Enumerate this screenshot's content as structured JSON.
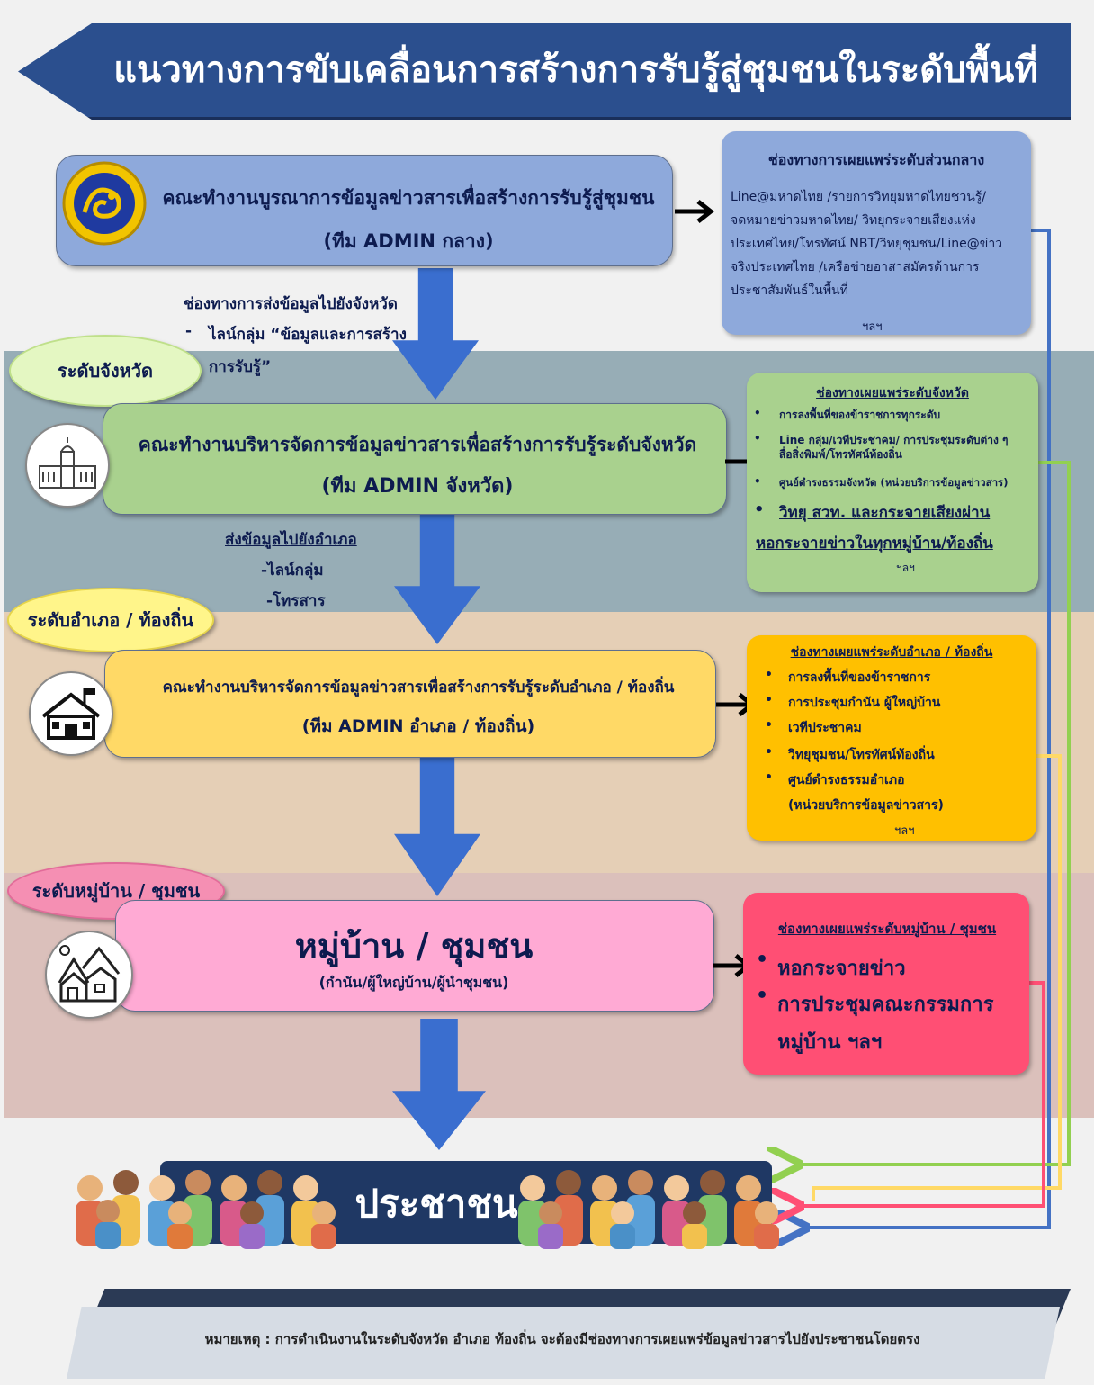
{
  "title": "แนวทางการขับเคลื่อนการสร้างการรับรู้สู่ชุมชนในระดับพื้นที่",
  "levels": {
    "province": "ระดับจังหวัด",
    "district": "ระดับอำเภอ / ท้องถิ่น",
    "village": "ระดับหมู่บ้าน / ชุมชน"
  },
  "central": {
    "line1": "คณะทำงานบูรณาการข้อมูลข่าวสารเพื่อสร้างการรับรู้สู่ชุมชน",
    "line2": "(ทีม ADMIN กลาง)",
    "channels_title": "ช่องทางการเผยแพร่ระดับส่วนกลาง",
    "channels_lines": [
      "Line@มหาดไทย /รายการวิทยุมหาดไทยชวนรู้/",
      "จดหมายข่าวมหาดไทย/ วิทยุกระจายเสียงแห่ง",
      "ประเทศไทย/โทรทัศน์ NBT/วิทยุชุมชน/Line@ข่าว",
      "จริงประเทศไทย /เครือข่ายอาสาสมัครด้านการ",
      "ประชาสัมพันธ์ในพื้นที่"
    ],
    "channels_etc": "ฯลฯ",
    "send_title": "ช่องทางการส่งข้อมูลไปยังจังหวัด",
    "send_item_line1": "ไลน์กลุ่ม “ข้อมูลและการสร้าง",
    "send_item_line2": "การรับรู้”"
  },
  "province": {
    "line1": "คณะทำงานบริหารจัดการข้อมูลข่าวสารเพื่อสร้างการรับรู้ระดับจังหวัด",
    "line2": "(ทีม ADMIN จังหวัด)",
    "channels_title": "ช่องทางเผยแพร่ระดับจังหวัด",
    "channels": [
      "การลงพื้นที่ของข้าราชการทุกระดับ",
      "Line กลุ่ม/เวทีประชาคม/ การประชุมระดับต่าง ๆ",
      "สื่อสิ่งพิมพ์/โทรทัศน์ท้องถิ่น",
      "ศูนย์ดำรงธรรมจังหวัด (หน่วยบริการข้อมูลข่าวสาร)",
      "วิทยุ สวท. และกระจายเสียงผ่าน",
      "หอกระจายข่าวในทุกหมู่บ้าน/ท้องถิ่น"
    ],
    "channels_etc": "ฯลฯ",
    "send_title": "ส่งข้อมูลไปยังอำเภอ",
    "send_items": [
      "-ไลน์กลุ่ม",
      "-โทรสาร"
    ]
  },
  "district": {
    "line1": "คณะทำงานบริหารจัดการข้อมูลข่าวสารเพื่อสร้างการรับรู้ระดับอำเภอ / ท้องถิ่น",
    "line2": "(ทีม ADMIN อำเภอ / ท้องถิ่น)",
    "channels_title": "ช่องทางเผยแพร่ระดับอำเภอ / ท้องถิ่น",
    "channels": [
      "การลงพื้นที่ของข้าราชการ",
      "การประชุมกำนัน ผู้ใหญ่บ้าน",
      "เวทีประชาคม",
      "วิทยุชุมชน/โทรทัศน์ท้องถิ่น",
      "ศูนย์ดำรงธรรมอำเภอ"
    ],
    "channels_sub": "(หน่วยบริการข้อมูลข่าวสาร)",
    "channels_etc": "ฯลฯ"
  },
  "village": {
    "line1": "หมู่บ้าน / ชุมชน",
    "line2": "(กำนัน/ผู้ใหญ่บ้าน/ผู้นำชุมชน)",
    "channels_title": "ช่องทางเผยแพร่ระดับหมู่บ้าน / ชุมชน",
    "channels": [
      "หอกระจายข่าว",
      "การประชุมคณะกรรมการ"
    ],
    "channels_cont": "หมู่บ้าน ฯลฯ"
  },
  "people": "ประชาชน",
  "footer": {
    "prefix": "หมายเหตุ : การดำเนินงานในระดับจังหวัด อำเภอ ท้องถิ่น จะต้องมีช่องทางการเผยแพร่ข้อมูลข่าวสาร",
    "underlined": "ไปยังประชาชนโดยตรง"
  },
  "colors": {
    "title_bg": "#2b4f8e",
    "central": "#8ea9db",
    "province": "#a9d18e",
    "district": "#ffc000",
    "village": "#ff4f74",
    "arrow_blue": "#3a6ecf",
    "line_green": "#92d050",
    "line_yellow": "#ffd966",
    "line_pink": "#ff4f74",
    "line_blue": "#4472c4"
  }
}
